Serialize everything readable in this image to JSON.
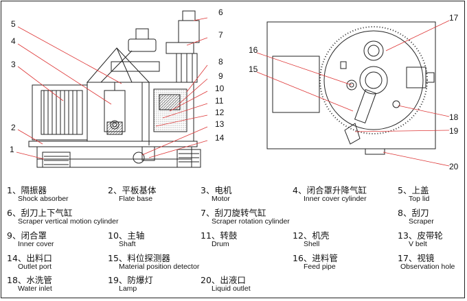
{
  "callouts": {
    "n1": "1",
    "n2": "2",
    "n3": "3",
    "n4": "4",
    "n5": "5",
    "n6": "6",
    "n7": "7",
    "n8": "8",
    "n9": "9",
    "n10": "10",
    "n11": "11",
    "n12": "12",
    "n13": "13",
    "n14": "14",
    "n15": "15",
    "n16": "16",
    "n17": "17",
    "n18": "18",
    "n19": "19",
    "n20": "20"
  },
  "legend": [
    {
      "zh": "1、隔振器",
      "en": "Shock absorber"
    },
    {
      "zh": "2、平板基体",
      "en": "Flate base"
    },
    {
      "zh": "3、电机",
      "en": "Motor"
    },
    {
      "zh": "4、闭合罩升降气缸",
      "en": "Inner cover cylinder"
    },
    {
      "zh": "5、上盖",
      "en": "Top lid"
    },
    {
      "zh": "6、刮刀上下气缸",
      "en": "Scraper vertical motion cylinder"
    },
    {
      "zh": "7、刮刀旋转气缸",
      "en": "Scraper rotation cylinder"
    },
    {
      "zh": "8、刮刀",
      "en": "Scraper"
    },
    {
      "zh": "9、闭合罩",
      "en": "Inner cover"
    },
    {
      "zh": "10、主轴",
      "en": "Shaft"
    },
    {
      "zh": "11、转鼓",
      "en": "Drum"
    },
    {
      "zh": "12、机壳",
      "en": "Shell"
    },
    {
      "zh": "13、皮带轮",
      "en": "V belt"
    },
    {
      "zh": "14、出料口",
      "en": "Outlet port"
    },
    {
      "zh": "15、料位探测器",
      "en": "Material position detector"
    },
    {
      "zh": "16、进料管",
      "en": "Feed pipe"
    },
    {
      "zh": "17、视镜",
      "en": "Observation hole"
    },
    {
      "zh": "18、水洗管",
      "en": "Water inlet"
    },
    {
      "zh": "19、防爆灯",
      "en": "Lamp"
    },
    {
      "zh": "20、出液口",
      "en": "Liquid outlet"
    }
  ]
}
